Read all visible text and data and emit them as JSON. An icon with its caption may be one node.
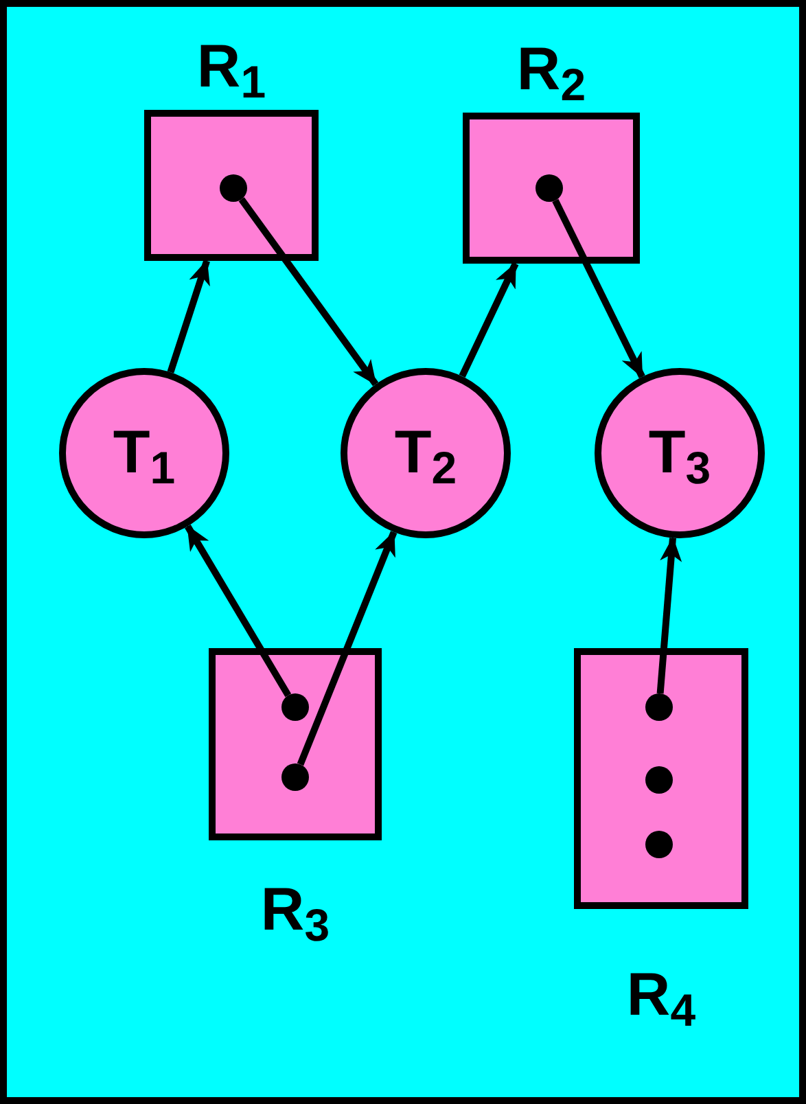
{
  "diagram": {
    "nodes": [
      {
        "text": [
          "R$_{1}$"
        ]
      },
      {
        "text": [],
        "shape": "circle",
        "in": 0
      },
      {
        "text": [
          "R$_{2}$"
        ]
      },
      {
        "text": [],
        "shape": "circle",
        "in": 2
      },
      {
        "text": [
          "T$_{1}$"
        ]
      },
      {
        "text": [
          "T$_{2}$"
        ]
      },
      {
        "text": [
          "T$_{3}$"
        ]
      },
      {
        "text": [
          "R$_{3}$"
        ]
      },
      {
        "text": [],
        "shape": "circle",
        "in": 7
      },
      {
        "text": [],
        "shape": "circle",
        "in": 7
      },
      {
        "text": [
          "R$_{4}$"
        ]
      },
      {
        "text": [],
        "shape": "circle",
        "in": 10
      },
      {
        "text": [],
        "shape": "circle",
        "in": 10
      },
      {
        "text": [],
        "shape": "circle",
        "in": 10
      }
    ],
    "edges": [
      {
        "from": 1,
        "to": 5,
        "arrow": "to"
      },
      {
        "from": 4,
        "to": 0,
        "arrow": "to"
      },
      {
        "from": 5,
        "to": 2,
        "arrow": "to"
      },
      {
        "from": 3,
        "to": 6,
        "arrow": "to"
      },
      {
        "from": 8,
        "to": 4,
        "arrow": "to"
      },
      {
        "from": 9,
        "to": 5,
        "arrow": "to"
      },
      {
        "from": 11,
        "to": 6,
        "arrow": "to"
      }
    ]
  }
}
